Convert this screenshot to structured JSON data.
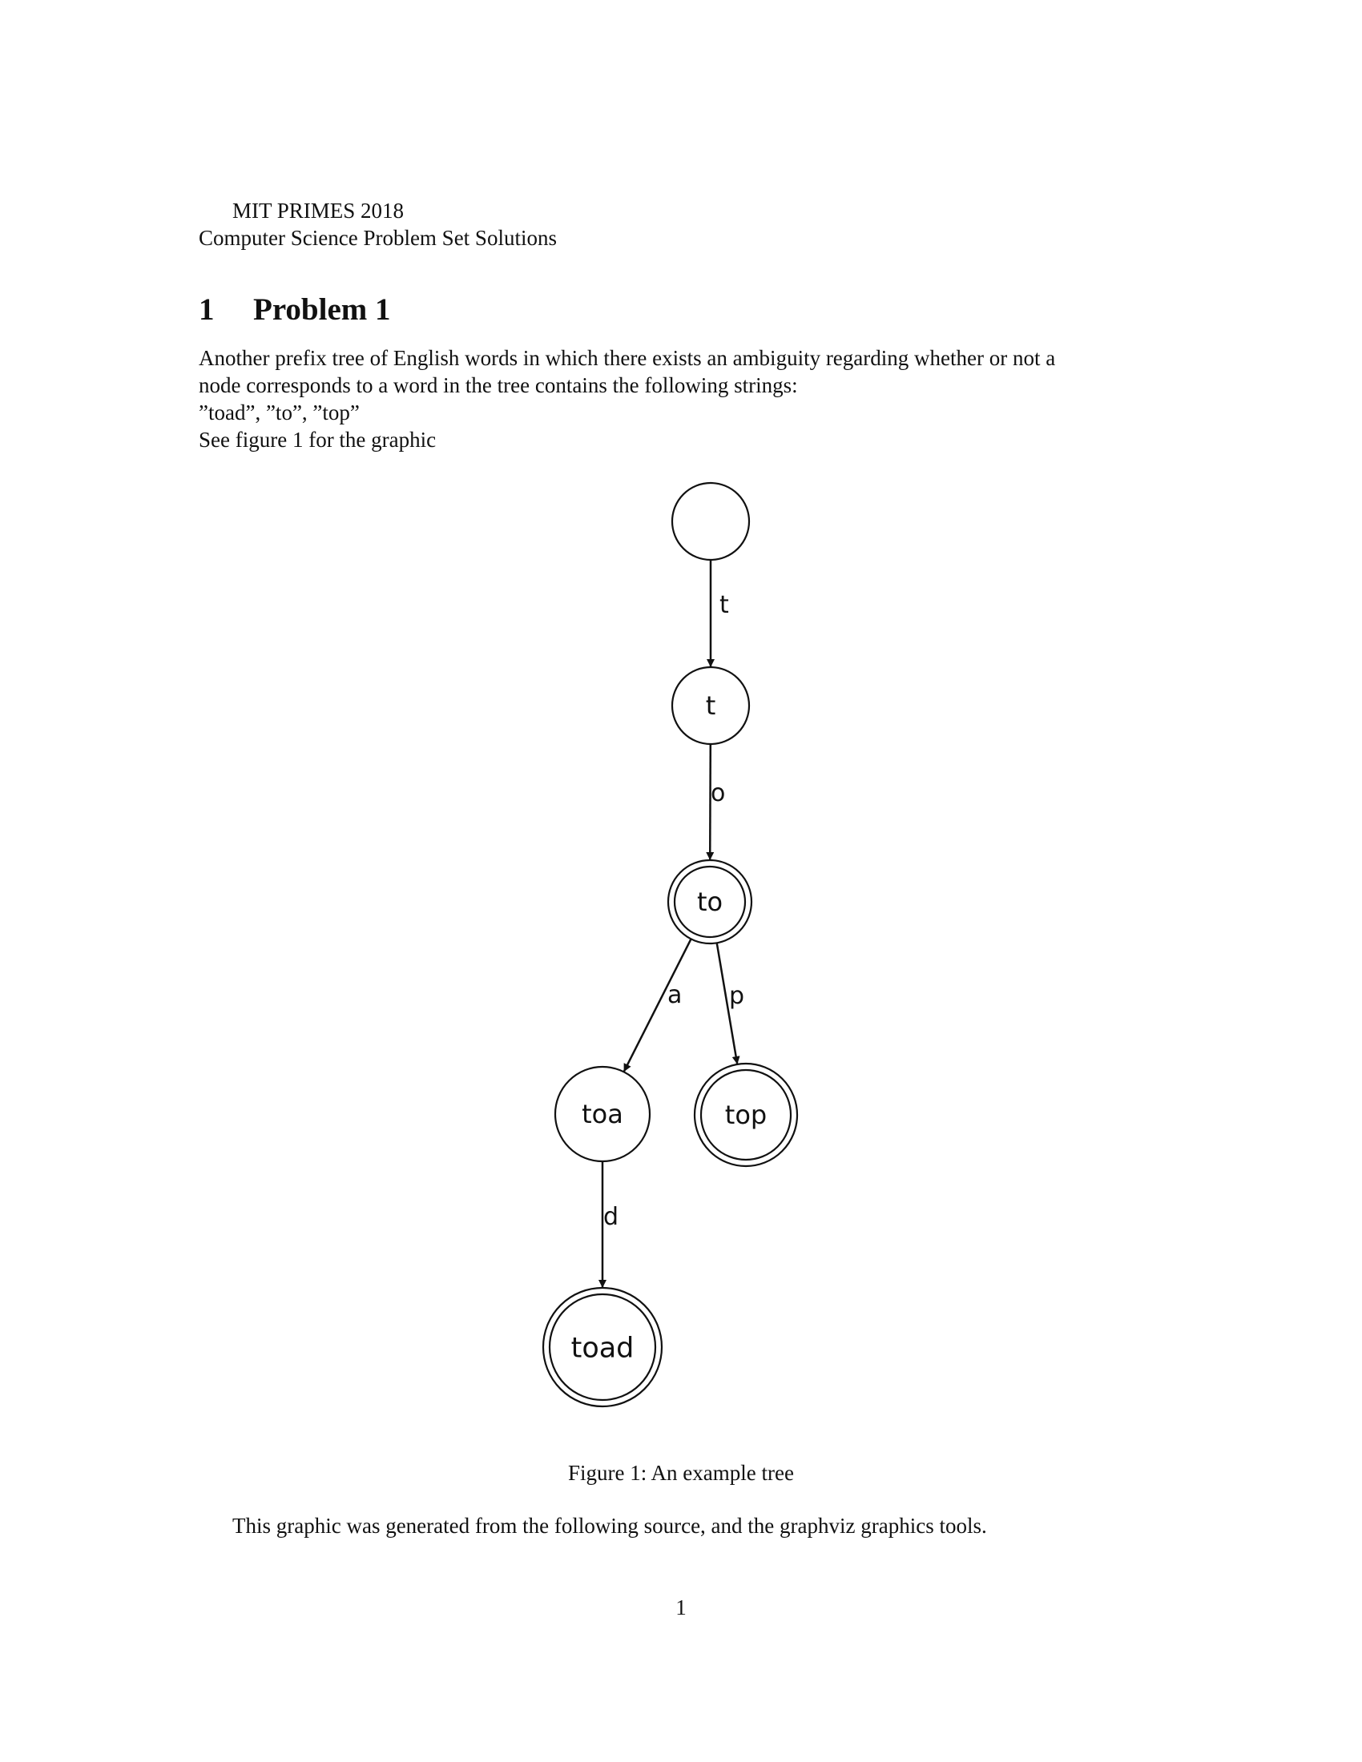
{
  "header": {
    "line1": "MIT PRIMES 2018",
    "line2": "Computer Science Problem Set Solutions"
  },
  "section": {
    "number": "1",
    "title": "Problem 1"
  },
  "paragraph": {
    "line1": "Another prefix tree of English words in which there exists an ambiguity regarding whether or not a",
    "line2": "node corresponds to a word in the tree contains the following strings:",
    "line3": "”toad”, ”to”, ”top”",
    "line4": "See figure 1 for the graphic"
  },
  "figure": {
    "nodes": [
      {
        "id": "root",
        "label": "",
        "word": false
      },
      {
        "id": "t",
        "label": "t",
        "word": false
      },
      {
        "id": "to",
        "label": "to",
        "word": true
      },
      {
        "id": "toa",
        "label": "toa",
        "word": false
      },
      {
        "id": "top",
        "label": "top",
        "word": true
      },
      {
        "id": "toad",
        "label": "toad",
        "word": true
      }
    ],
    "edges": [
      {
        "from": "root",
        "to": "t",
        "label": "t"
      },
      {
        "from": "t",
        "to": "to",
        "label": "o"
      },
      {
        "from": "to",
        "to": "toa",
        "label": "a"
      },
      {
        "from": "to",
        "to": "top",
        "label": "p"
      },
      {
        "from": "toa",
        "to": "toad",
        "label": "d"
      }
    ],
    "caption": "Figure 1:  An example tree"
  },
  "after_figure": "This graphic was generated from the following source, and the graphviz graphics tools.",
  "page_number": "1"
}
